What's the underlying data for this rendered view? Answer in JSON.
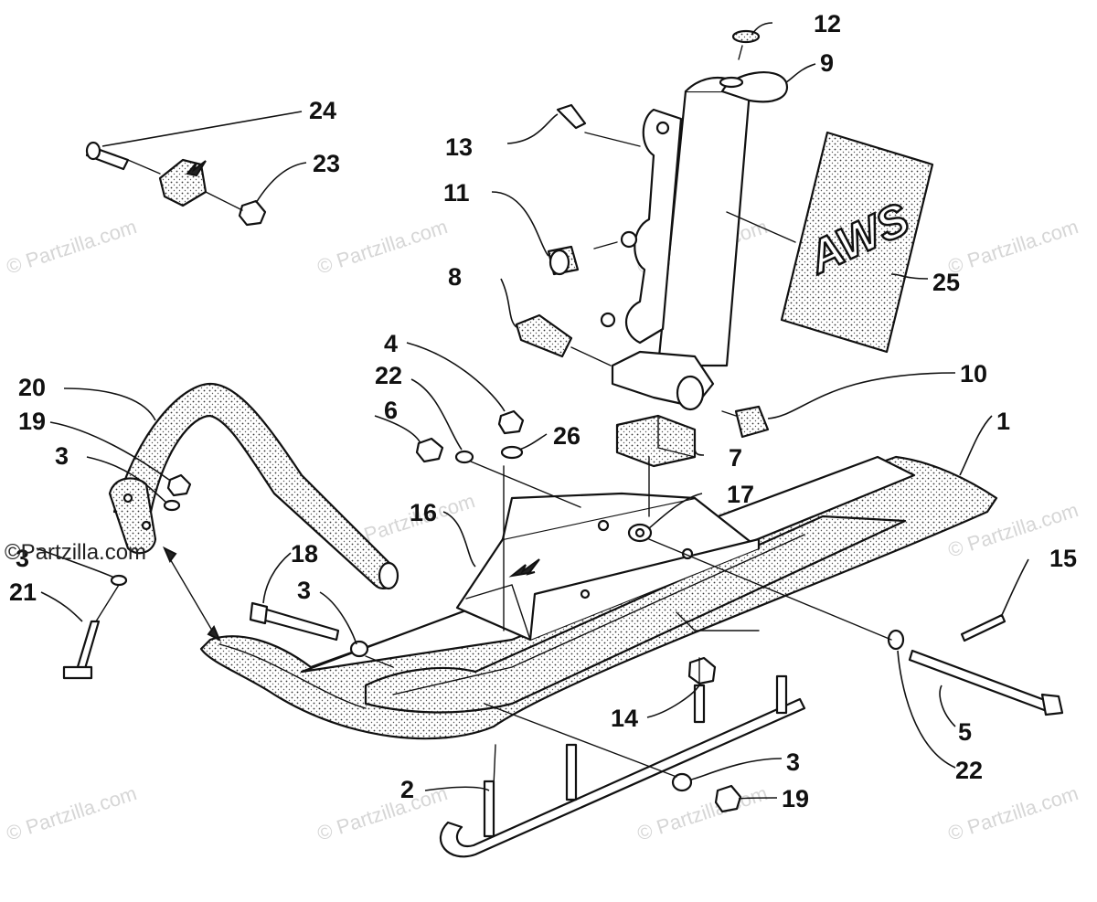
{
  "callouts": [
    {
      "id": "c1",
      "text": "1"
    },
    {
      "id": "c2",
      "text": "2"
    },
    {
      "id": "c3a",
      "text": "3"
    },
    {
      "id": "c3b",
      "text": "3"
    },
    {
      "id": "c3c",
      "text": "3"
    },
    {
      "id": "c3d",
      "text": "3"
    },
    {
      "id": "c4",
      "text": "4"
    },
    {
      "id": "c5",
      "text": "5"
    },
    {
      "id": "c6",
      "text": "6"
    },
    {
      "id": "c7",
      "text": "7"
    },
    {
      "id": "c8",
      "text": "8"
    },
    {
      "id": "c9",
      "text": "9"
    },
    {
      "id": "c10",
      "text": "10"
    },
    {
      "id": "c11",
      "text": "11"
    },
    {
      "id": "c12",
      "text": "12"
    },
    {
      "id": "c13",
      "text": "13"
    },
    {
      "id": "c14",
      "text": "14"
    },
    {
      "id": "c15",
      "text": "15"
    },
    {
      "id": "c16",
      "text": "16"
    },
    {
      "id": "c17",
      "text": "17"
    },
    {
      "id": "c18",
      "text": "18"
    },
    {
      "id": "c19a",
      "text": "19"
    },
    {
      "id": "c19b",
      "text": "19"
    },
    {
      "id": "c20",
      "text": "20"
    },
    {
      "id": "c21",
      "text": "21"
    },
    {
      "id": "c22a",
      "text": "22"
    },
    {
      "id": "c22b",
      "text": "22"
    },
    {
      "id": "c23",
      "text": "23"
    },
    {
      "id": "c24",
      "text": "24"
    },
    {
      "id": "c25",
      "text": "25"
    },
    {
      "id": "c26",
      "text": "26"
    }
  ],
  "decal_text": "AWS",
  "copyright_overlay": "©Partzilla.com",
  "watermark": "© Partzilla.com"
}
